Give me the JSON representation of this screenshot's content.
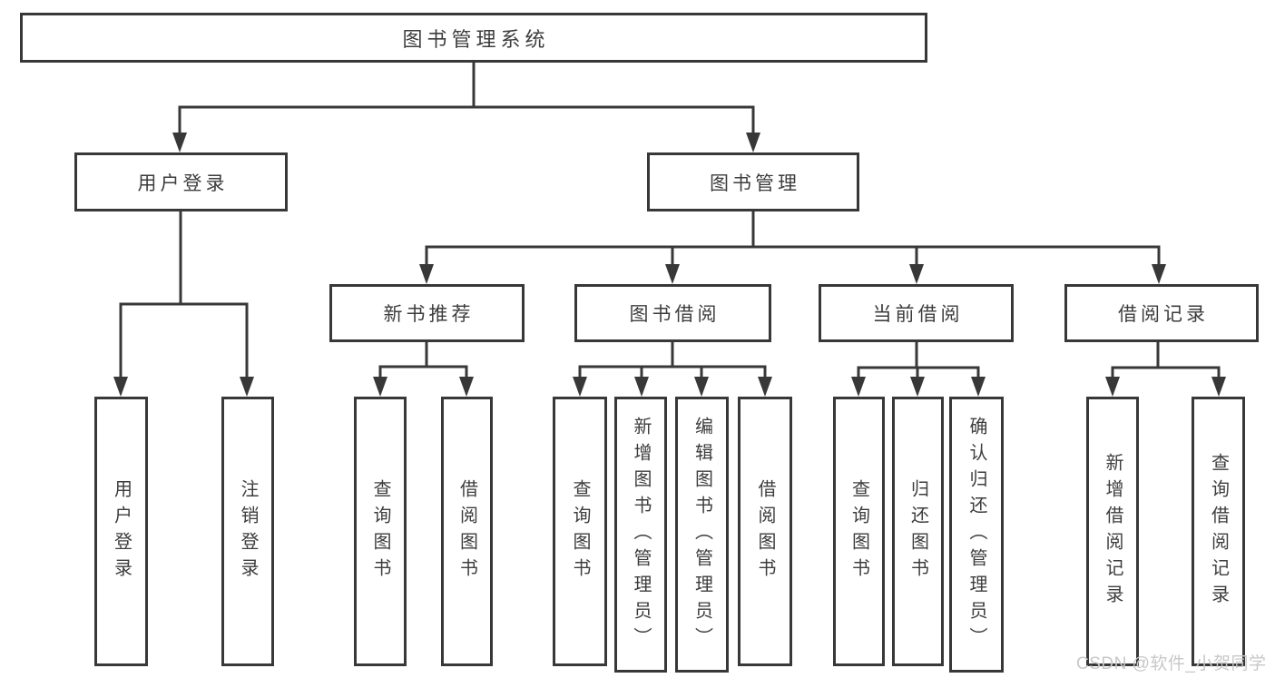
{
  "diagram_type": "functional-structure-tree",
  "tree": {
    "label": "图书管理系统",
    "children": [
      {
        "label": "用户登录",
        "children": [
          {
            "label": "用户登录"
          },
          {
            "label": "注销登录"
          }
        ]
      },
      {
        "label": "图书管理",
        "children": [
          {
            "label": "新书推荐",
            "children": [
              {
                "label": "查询图书"
              },
              {
                "label": "借阅图书"
              }
            ]
          },
          {
            "label": "图书借阅",
            "children": [
              {
                "label": "查询图书"
              },
              {
                "label": "新增图书（管理员）"
              },
              {
                "label": "编辑图书（管理员）"
              },
              {
                "label": "借阅图书"
              }
            ]
          },
          {
            "label": "当前借阅",
            "children": [
              {
                "label": "查询图书"
              },
              {
                "label": "归还图书"
              },
              {
                "label": "确认归还（管理员）"
              }
            ]
          },
          {
            "label": "借阅记录",
            "children": [
              {
                "label": "新增借阅记录"
              },
              {
                "label": "查询借阅记录"
              }
            ]
          }
        ]
      }
    ]
  },
  "watermark": "CSDN @软件_小贺同学",
  "colors": {
    "line": "#383838",
    "text": "#3d3d3d",
    "watermark": "#c8c8c8",
    "background": "#ffffff"
  }
}
